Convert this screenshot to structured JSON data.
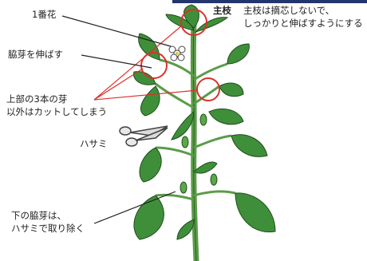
{
  "labels": {
    "first_flower": "1番花",
    "main_stem": "主枝",
    "main_stem_note_line1": "主枝は摘芯しないで、",
    "main_stem_note_line2": "しっかりと伸ばすようにする",
    "grow_side_shoot": "脇芽を伸ばす",
    "cut_others_line1": "上部の3本の芽",
    "cut_others_line2": "以外はカットしてしまう",
    "scissors": "ハサミ",
    "lower_shoots_line1": "下の脇芽は、",
    "lower_shoots_line2": "ハサミで取り除く"
  },
  "colors": {
    "leaf": "#3f8f3a",
    "leaf_dark": "#2e6f2c",
    "stem": "#5a9c48",
    "highlight_ring": "#d9322b",
    "top_bar": "#23356e",
    "ink": "#222222"
  },
  "icons": {
    "scissors": "scissors-icon",
    "flower": "flower-icon"
  }
}
